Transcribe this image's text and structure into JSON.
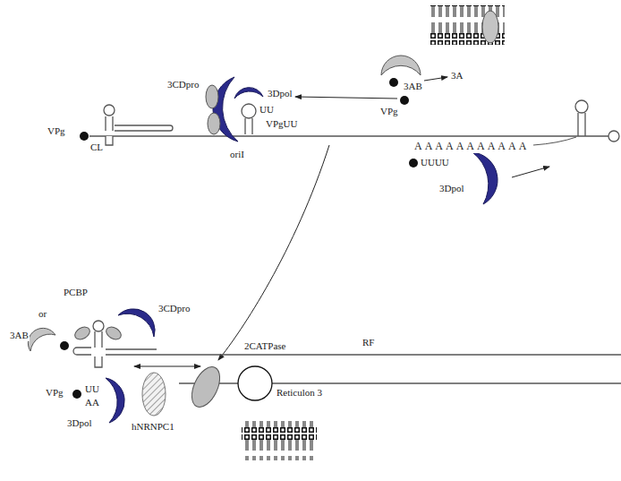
{
  "diagram": {
    "labels": [
      "3CDpro",
      "3Dpol",
      "3AB",
      "3A",
      "VPg",
      "VPg",
      "CL",
      "UU",
      "VPgUU",
      "oriI",
      "AAAAAAAAAAA",
      "UUUU",
      "3Dpol",
      "PCBP",
      "or",
      "3AB",
      "3CDpro",
      "RF",
      "VPg",
      "UU",
      "AA",
      "3Dpol",
      "hNRNPC1",
      "2CATPase",
      "Reticulon 3"
    ]
  }
}
